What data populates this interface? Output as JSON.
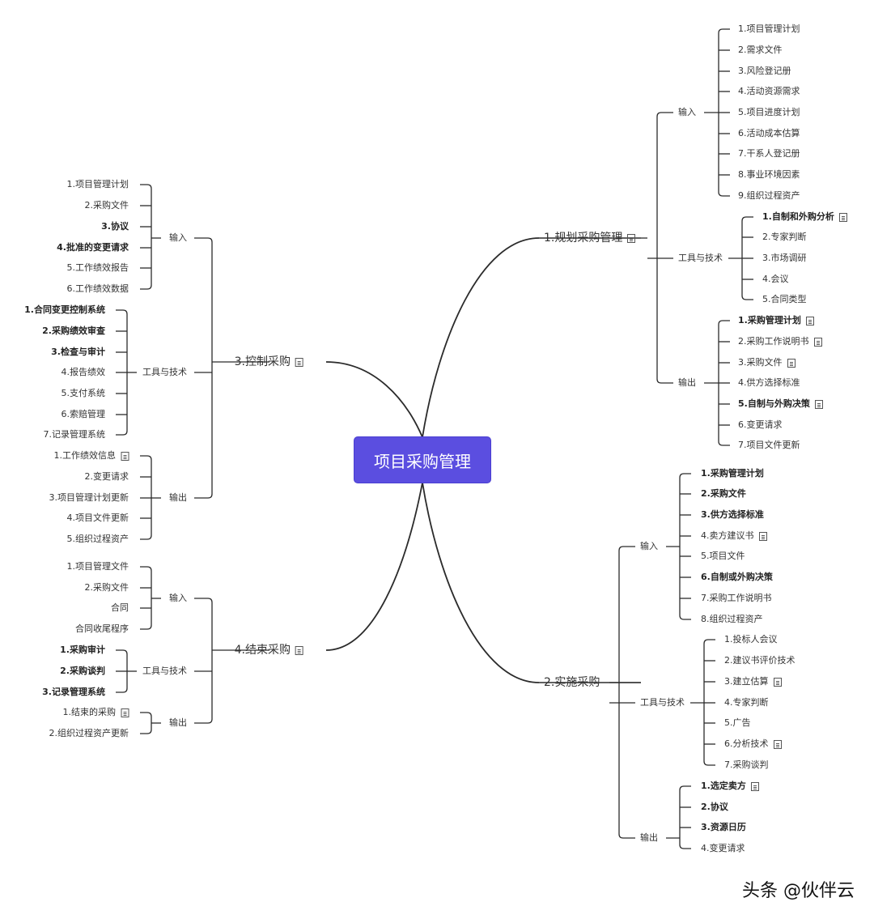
{
  "center": {
    "title": "项目采购管理"
  },
  "watermark": "头条 @伙伴云",
  "branches": [
    {
      "label": "1.规划采购管理",
      "note": true,
      "groups": [
        {
          "label": "输入",
          "items": [
            {
              "t": "1.项目管理计划"
            },
            {
              "t": "2.需求文件"
            },
            {
              "t": "3.风险登记册"
            },
            {
              "t": "4.活动资源需求"
            },
            {
              "t": "5.项目进度计划"
            },
            {
              "t": "6.活动成本估算"
            },
            {
              "t": "7.干系人登记册"
            },
            {
              "t": "8.事业环境因素"
            },
            {
              "t": "9.组织过程资产"
            }
          ]
        },
        {
          "label": "工具与技术",
          "items": [
            {
              "t": "1.自制和外购分析",
              "b": true,
              "n": true
            },
            {
              "t": "2.专家判断"
            },
            {
              "t": "3.市场调研"
            },
            {
              "t": "4.会议"
            },
            {
              "t": "5.合同类型"
            }
          ]
        },
        {
          "label": "输出",
          "items": [
            {
              "t": "1.采购管理计划",
              "b": true,
              "n": true
            },
            {
              "t": "2.采购工作说明书",
              "n": true
            },
            {
              "t": "3.采购文件",
              "n": true
            },
            {
              "t": "4.供方选择标准"
            },
            {
              "t": "5.自制与外购决策",
              "b": true,
              "n": true
            },
            {
              "t": "6.变更请求"
            },
            {
              "t": "7.项目文件更新"
            }
          ]
        }
      ]
    },
    {
      "label": "2.实施采购",
      "note": false,
      "groups": [
        {
          "label": "输入",
          "items": [
            {
              "t": "1.采购管理计划",
              "b": true
            },
            {
              "t": "2.采购文件",
              "b": true
            },
            {
              "t": "3.供方选择标准",
              "b": true
            },
            {
              "t": "4.卖方建议书",
              "n": true
            },
            {
              "t": "5.项目文件"
            },
            {
              "t": "6.自制或外购决策",
              "b": true
            },
            {
              "t": "7.采购工作说明书"
            },
            {
              "t": "8.组织过程资产"
            }
          ]
        },
        {
          "label": "工具与技术",
          "items": [
            {
              "t": "1.投标人会议"
            },
            {
              "t": "2.建议书评价技术"
            },
            {
              "t": "3.建立估算",
              "n": true
            },
            {
              "t": "4.专家判断"
            },
            {
              "t": "5.广告"
            },
            {
              "t": "6.分析技术",
              "n": true
            },
            {
              "t": "7.采购谈判"
            }
          ]
        },
        {
          "label": "输出",
          "items": [
            {
              "t": "1.选定卖方",
              "b": true,
              "n": true
            },
            {
              "t": "2.协议",
              "b": true
            },
            {
              "t": "3.资源日历",
              "b": true
            },
            {
              "t": "4.变更请求"
            }
          ]
        }
      ]
    },
    {
      "label": "3.控制采购",
      "note": true,
      "groups": [
        {
          "label": "输入",
          "items": [
            {
              "t": "1.项目管理计划"
            },
            {
              "t": "2.采购文件"
            },
            {
              "t": "3.协议",
              "b": true
            },
            {
              "t": "4.批准的变更请求",
              "b": true
            },
            {
              "t": "5.工作绩效报告"
            },
            {
              "t": "6.工作绩效数据"
            }
          ]
        },
        {
          "label": "工具与技术",
          "items": [
            {
              "t": "1.合同变更控制系统",
              "b": true
            },
            {
              "t": "2.采购绩效审查",
              "b": true
            },
            {
              "t": "3.检查与审计",
              "b": true
            },
            {
              "t": "4.报告绩效"
            },
            {
              "t": "5.支付系统"
            },
            {
              "t": "6.索赔管理"
            },
            {
              "t": "7.记录管理系统"
            }
          ]
        },
        {
          "label": "输出",
          "items": [
            {
              "t": "1.工作绩效信息",
              "n": true
            },
            {
              "t": "2.变更请求"
            },
            {
              "t": "3.项目管理计划更新"
            },
            {
              "t": "4.项目文件更新"
            },
            {
              "t": "5.组织过程资产"
            }
          ]
        }
      ]
    },
    {
      "label": "4.结束采购",
      "note": true,
      "groups": [
        {
          "label": "输入",
          "items": [
            {
              "t": "1.项目管理文件"
            },
            {
              "t": "2.采购文件"
            },
            {
              "t": "合同"
            },
            {
              "t": "合同收尾程序"
            }
          ]
        },
        {
          "label": "工具与技术",
          "items": [
            {
              "t": "1.采购审计",
              "b": true
            },
            {
              "t": "2.采购谈判",
              "b": true
            },
            {
              "t": "3.记录管理系统",
              "b": true
            }
          ]
        },
        {
          "label": "输出",
          "items": [
            {
              "t": "1.结束的采购",
              "n": true
            },
            {
              "t": "2.组织过程资产更新"
            }
          ]
        }
      ]
    }
  ]
}
